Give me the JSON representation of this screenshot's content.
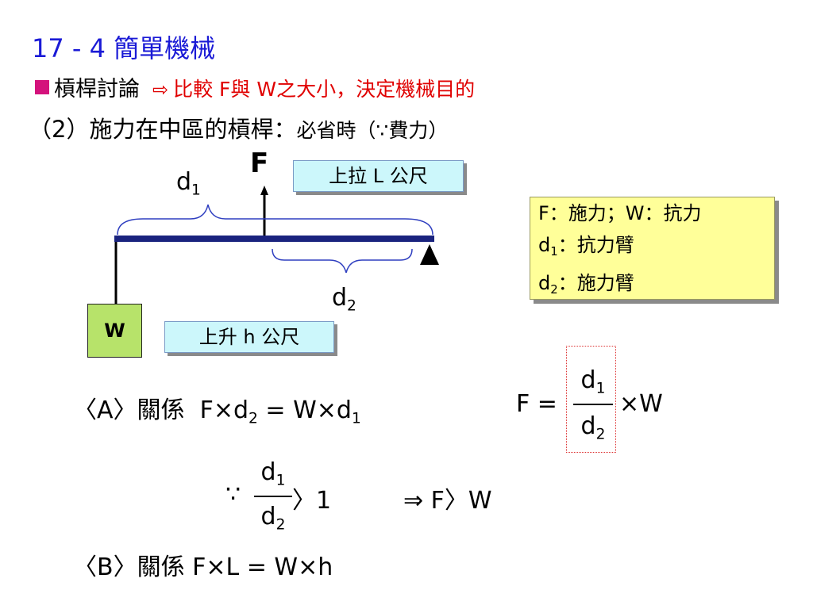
{
  "slide": {
    "title": "17 - 4  簡單機械",
    "bullet_main": "槓桿討論",
    "bullet_arrow_icon": "hollow-right-arrow-icon",
    "bullet_red": "比較 F與 W之大小，決定機械目的",
    "subtitle_main": "（2）施力在中區的槓桿：",
    "subtitle_small": "必省時（∵費力）"
  },
  "diagram": {
    "force_label": "F",
    "d1_label": "d",
    "d1_sub": "1",
    "d2_label": "d",
    "d2_sub": "2",
    "pull_box": "上拉 L 公尺",
    "rise_box": "上升 h 公尺",
    "weight_label": "W",
    "colors": {
      "beam": "#1a237e",
      "weight": "#b7e36a",
      "box": "#ccf7fb",
      "legend": "#ffff99",
      "brace": "#2f3fc0"
    }
  },
  "legend": {
    "line1": "F：施力；W：抗力",
    "line2_var": "d",
    "line2_sub": "1",
    "line2_text": "：抗力臂",
    "line3_var": "d",
    "line3_sub": "2",
    "line3_text": "：施力臂"
  },
  "equations": {
    "relA_label": "〈A〉關係",
    "relA_lhs": "F×d",
    "relA_lhs_sub": "2",
    "relA_mid": " = W×d",
    "relA_rhs_sub": "1",
    "fraction_lhs": "F =",
    "fraction_num": "d",
    "fraction_num_sub": "1",
    "fraction_den": "d",
    "fraction_den_sub": "2",
    "fraction_rhs": "×W",
    "because_symbol": "∵",
    "because_num": "d",
    "because_num_sub": "1",
    "because_den": "d",
    "because_den_sub": "2",
    "because_rhs": "〉1",
    "implies": "⇒ F〉W",
    "relB": "〈B〉關係  F×L = W×h"
  }
}
